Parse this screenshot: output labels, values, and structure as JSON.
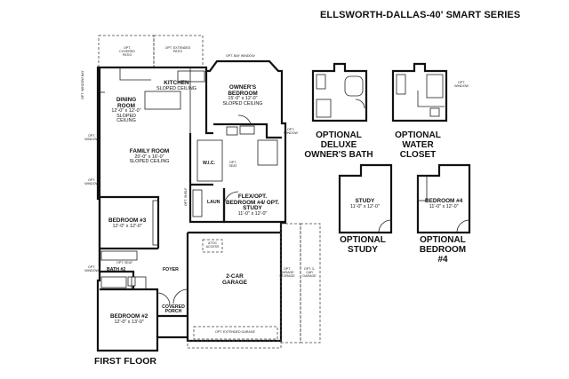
{
  "title": "ELLSWORTH-DALLAS-40' SMART SERIES",
  "floor_label": "FIRST FLOOR",
  "rooms": {
    "kitchen": {
      "name": "KITCHEN",
      "dim": "SLOPED CEILING"
    },
    "dining": {
      "name": "DINING ROOM",
      "dim": "12'-0\" x 12'-0\"",
      "note": "SLOPED CEILING"
    },
    "owners_bedroom": {
      "name": "OWNER'S BEDROOM",
      "dim": "15'-0\" x 12'-0\"",
      "note": "SLOPED CEILING"
    },
    "family_room": {
      "name": "FAMILY ROOM",
      "dim": "20'-0\" x 16'-0\"",
      "note": "SLOPED CEILING"
    },
    "bedroom3": {
      "name": "BEDROOM #3",
      "dim": "12'-0\" x 12'-0\""
    },
    "flex": {
      "name": "FLEX/OPT. BEDROOM #4/ OPT. STUDY",
      "dim": "11'-0\" x 12'-0\""
    },
    "garage": {
      "name": "2-CAR GARAGE"
    },
    "bath2": {
      "name": "BATH #2"
    },
    "foyer": {
      "name": "FOYER"
    },
    "bedroom2": {
      "name": "BEDROOM #2",
      "dim": "12'-0\" x 13'-0\""
    },
    "covered_porch": {
      "name": "COVERED PORCH"
    },
    "laundry": {
      "name": "LAUN"
    },
    "wic": {
      "name": "W.I.C."
    },
    "study_opt": {
      "name": "STUDY",
      "dim": "11'-0\" x 12'-0\""
    },
    "bedroom4_opt": {
      "name": "BEDROOM #4",
      "dim": "11'-0\" x 12'-0\""
    }
  },
  "notes": {
    "opt_covered_patio": "OPT. COVERED PATIO",
    "opt_extended_patio": "OPT. EXTENDED PATIO",
    "opt_bay_window": "OPT. BAY WINDOW",
    "opt_window_bay": "OPT. WINDOW BAY",
    "opt_window_a": "OPT. WINDOW",
    "opt_window_b": "OPT. WINDOW",
    "opt_window_c": "OPT. WINDOW",
    "opt_window_d": "OPT. WINDOW",
    "opt_window_e": "OPT. WINDOW",
    "opt_seat": "OPT. SEAT",
    "opt_shelf": "OPT. SHELF",
    "opt_seat_bath2": "OPT. SEAT",
    "attic_access": "ATTIC ACCESS",
    "opt_garage_storage": "OPT. GARAGE STORAGE",
    "opt_3car_garage": "OPT. 3-CAR GARAGE",
    "opt_extended_garage": "OPT. EXTENDED GARAGE"
  },
  "options": {
    "deluxe_bath": "OPTIONAL DELUXE OWNER'S BATH",
    "water_closet": "OPTIONAL WATER CLOSET",
    "study": "OPTIONAL STUDY",
    "bedroom4": "OPTIONAL BEDROOM #4"
  }
}
